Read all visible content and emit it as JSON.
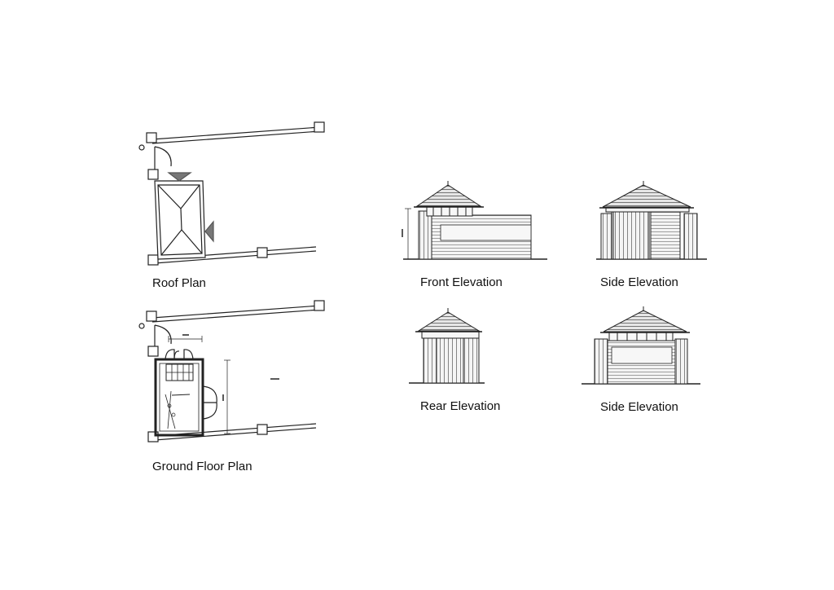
{
  "labels": {
    "roof_plan": "Roof Plan",
    "ground_floor_plan": "Ground Floor Plan",
    "front_elevation": "Front Elevation",
    "side_elevation_top": "Side Elevation",
    "rear_elevation": "Rear Elevation",
    "side_elevation_bottom": "Side Elevation"
  },
  "colors": {
    "line": "#222222",
    "fill_light": "#f2f2f2",
    "fill_mid": "#dddddd",
    "arrow": "#777777"
  }
}
